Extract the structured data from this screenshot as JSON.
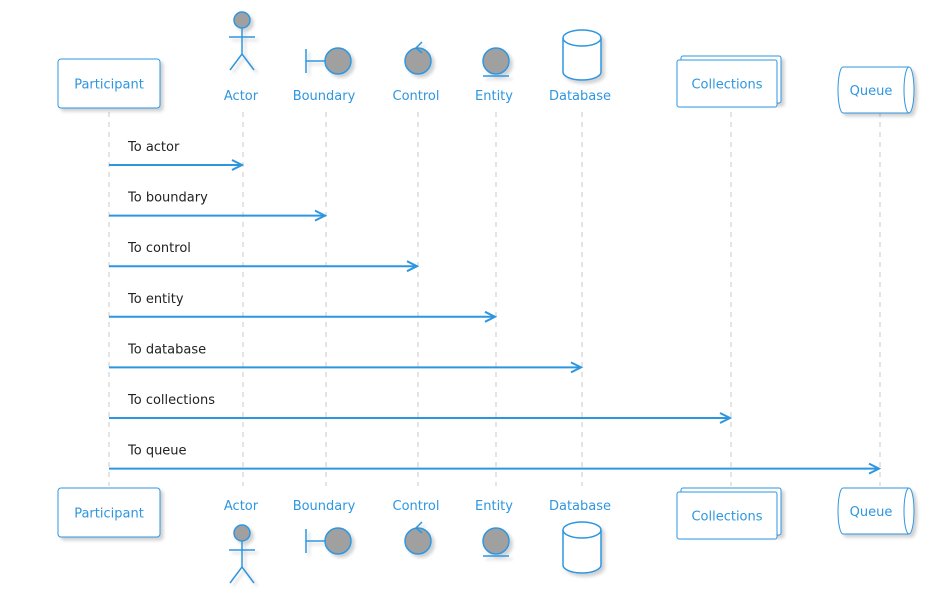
{
  "participants": [
    {
      "id": "participant",
      "label": "Participant",
      "kind": "participant"
    },
    {
      "id": "actor",
      "label": "Actor",
      "kind": "actor"
    },
    {
      "id": "boundary",
      "label": "Boundary",
      "kind": "boundary"
    },
    {
      "id": "control",
      "label": "Control",
      "kind": "control"
    },
    {
      "id": "entity",
      "label": "Entity",
      "kind": "entity"
    },
    {
      "id": "database",
      "label": "Database",
      "kind": "database"
    },
    {
      "id": "collections",
      "label": "Collections",
      "kind": "collections"
    },
    {
      "id": "queue",
      "label": "Queue",
      "kind": "queue"
    }
  ],
  "messages": [
    {
      "from": "participant",
      "to": "actor",
      "label": "To actor"
    },
    {
      "from": "participant",
      "to": "boundary",
      "label": "To boundary"
    },
    {
      "from": "participant",
      "to": "control",
      "label": "To control"
    },
    {
      "from": "participant",
      "to": "entity",
      "label": "To entity"
    },
    {
      "from": "participant",
      "to": "database",
      "label": "To database"
    },
    {
      "from": "participant",
      "to": "collections",
      "label": "To collections"
    },
    {
      "from": "participant",
      "to": "queue",
      "label": "To queue"
    }
  ],
  "colors": {
    "accent": "#2e96e0",
    "lifeline": "#c8c8c8",
    "icon_fill": "#a0a0a0"
  }
}
